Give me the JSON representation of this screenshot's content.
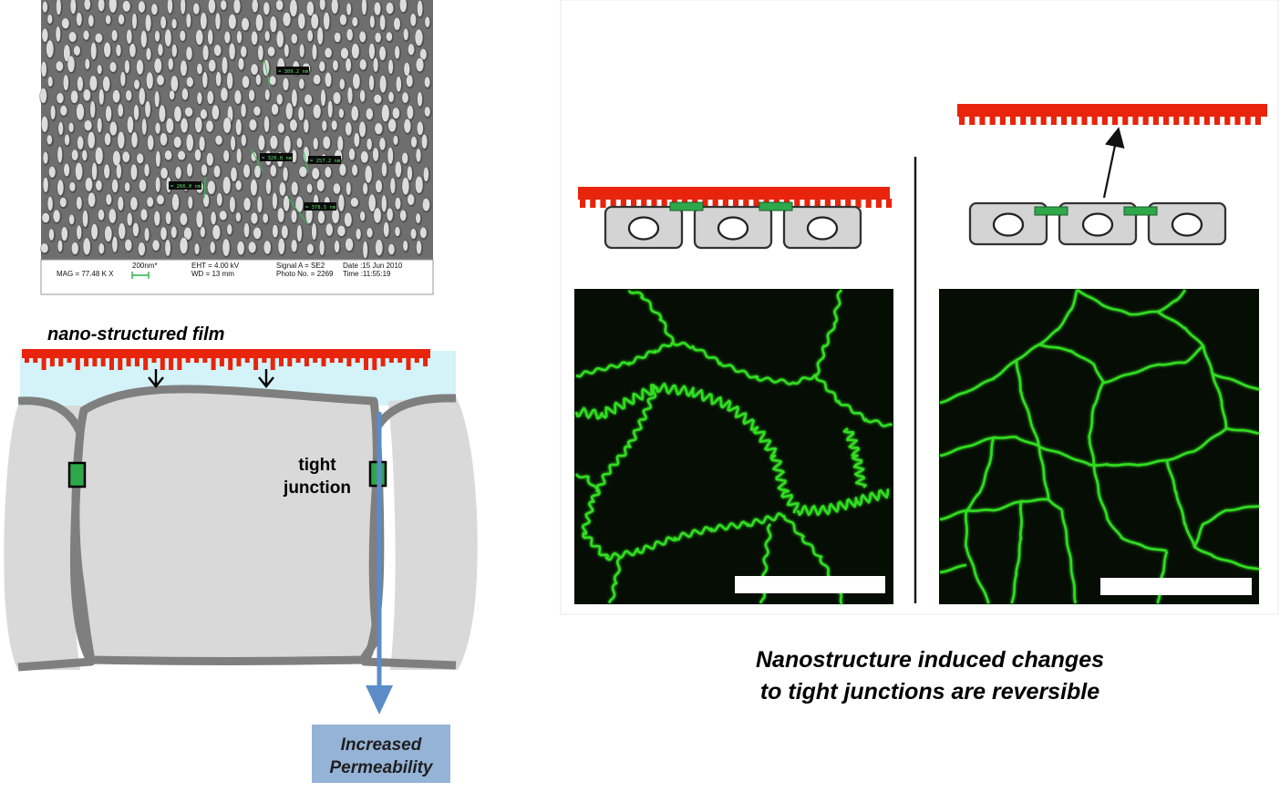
{
  "sem": {
    "measurements": [
      "= 309.2 nm",
      "= 326.8 nm",
      "= 257.2 nm",
      "= 266.0 nm",
      "= 378.5 nm"
    ],
    "info": {
      "mag": "MAG = 77.48 K X",
      "scale_label": "200nm*",
      "eht": "EHT = 4.00 kV",
      "wd": "WD = 13 mm",
      "signal": "Signal A = SE2",
      "photo": "Photo No. = 2269",
      "date": "Date :15 Jun 2010",
      "time": "Time :11:55:19"
    }
  },
  "labels": {
    "film": "nano-structured film",
    "tight_junction_line1": "tight",
    "tight_junction_line2": "junction",
    "permeability_line1": "Increased",
    "permeability_line2": "Permeability",
    "caption_line1": "Nanostructure induced changes",
    "caption_line2": "to tight junctions  are reversible"
  },
  "colors": {
    "film_red": "#e8240c",
    "junction_green": "#2ea84a",
    "fluorescence_green": "#33dd22",
    "membrane_gray": "#7f7f7f",
    "cell_fill": "#d9d9d9",
    "water_blue": "#d3f3f8",
    "arrow_blue": "#5b8cc8",
    "box_blue": "#95b3d7"
  }
}
